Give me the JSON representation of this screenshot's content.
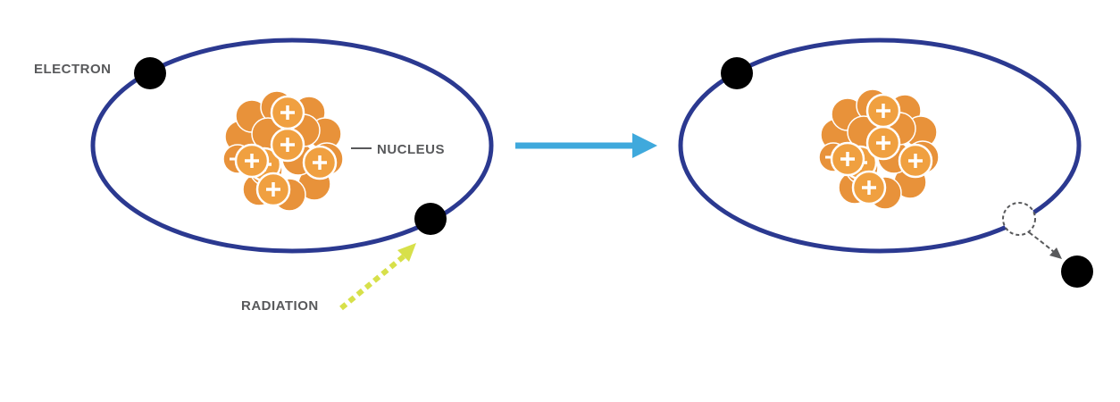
{
  "labels": {
    "electron": "ELECTRON",
    "nucleus": "NUCLEUS",
    "radiation": "RADIATION"
  },
  "panels": [
    {
      "id": "before",
      "electron_state": "bound"
    },
    {
      "id": "after",
      "electron_state": "ejected"
    }
  ],
  "colors": {
    "orbit": "#2b3990",
    "electron": "#000000",
    "proton": "#f0a040",
    "neutron": "#e8923a",
    "particle_outline": "#ffffff",
    "transition_arrow": "#3fa9dc",
    "radiation": "#d7e04a",
    "label_text": "#58595b",
    "ejection_path": "#58595b"
  },
  "icons": {
    "proton": "plus-sign",
    "neutron": "minus-sign",
    "transition": "right-arrow",
    "electron_vacancy": "dashed-circle"
  }
}
